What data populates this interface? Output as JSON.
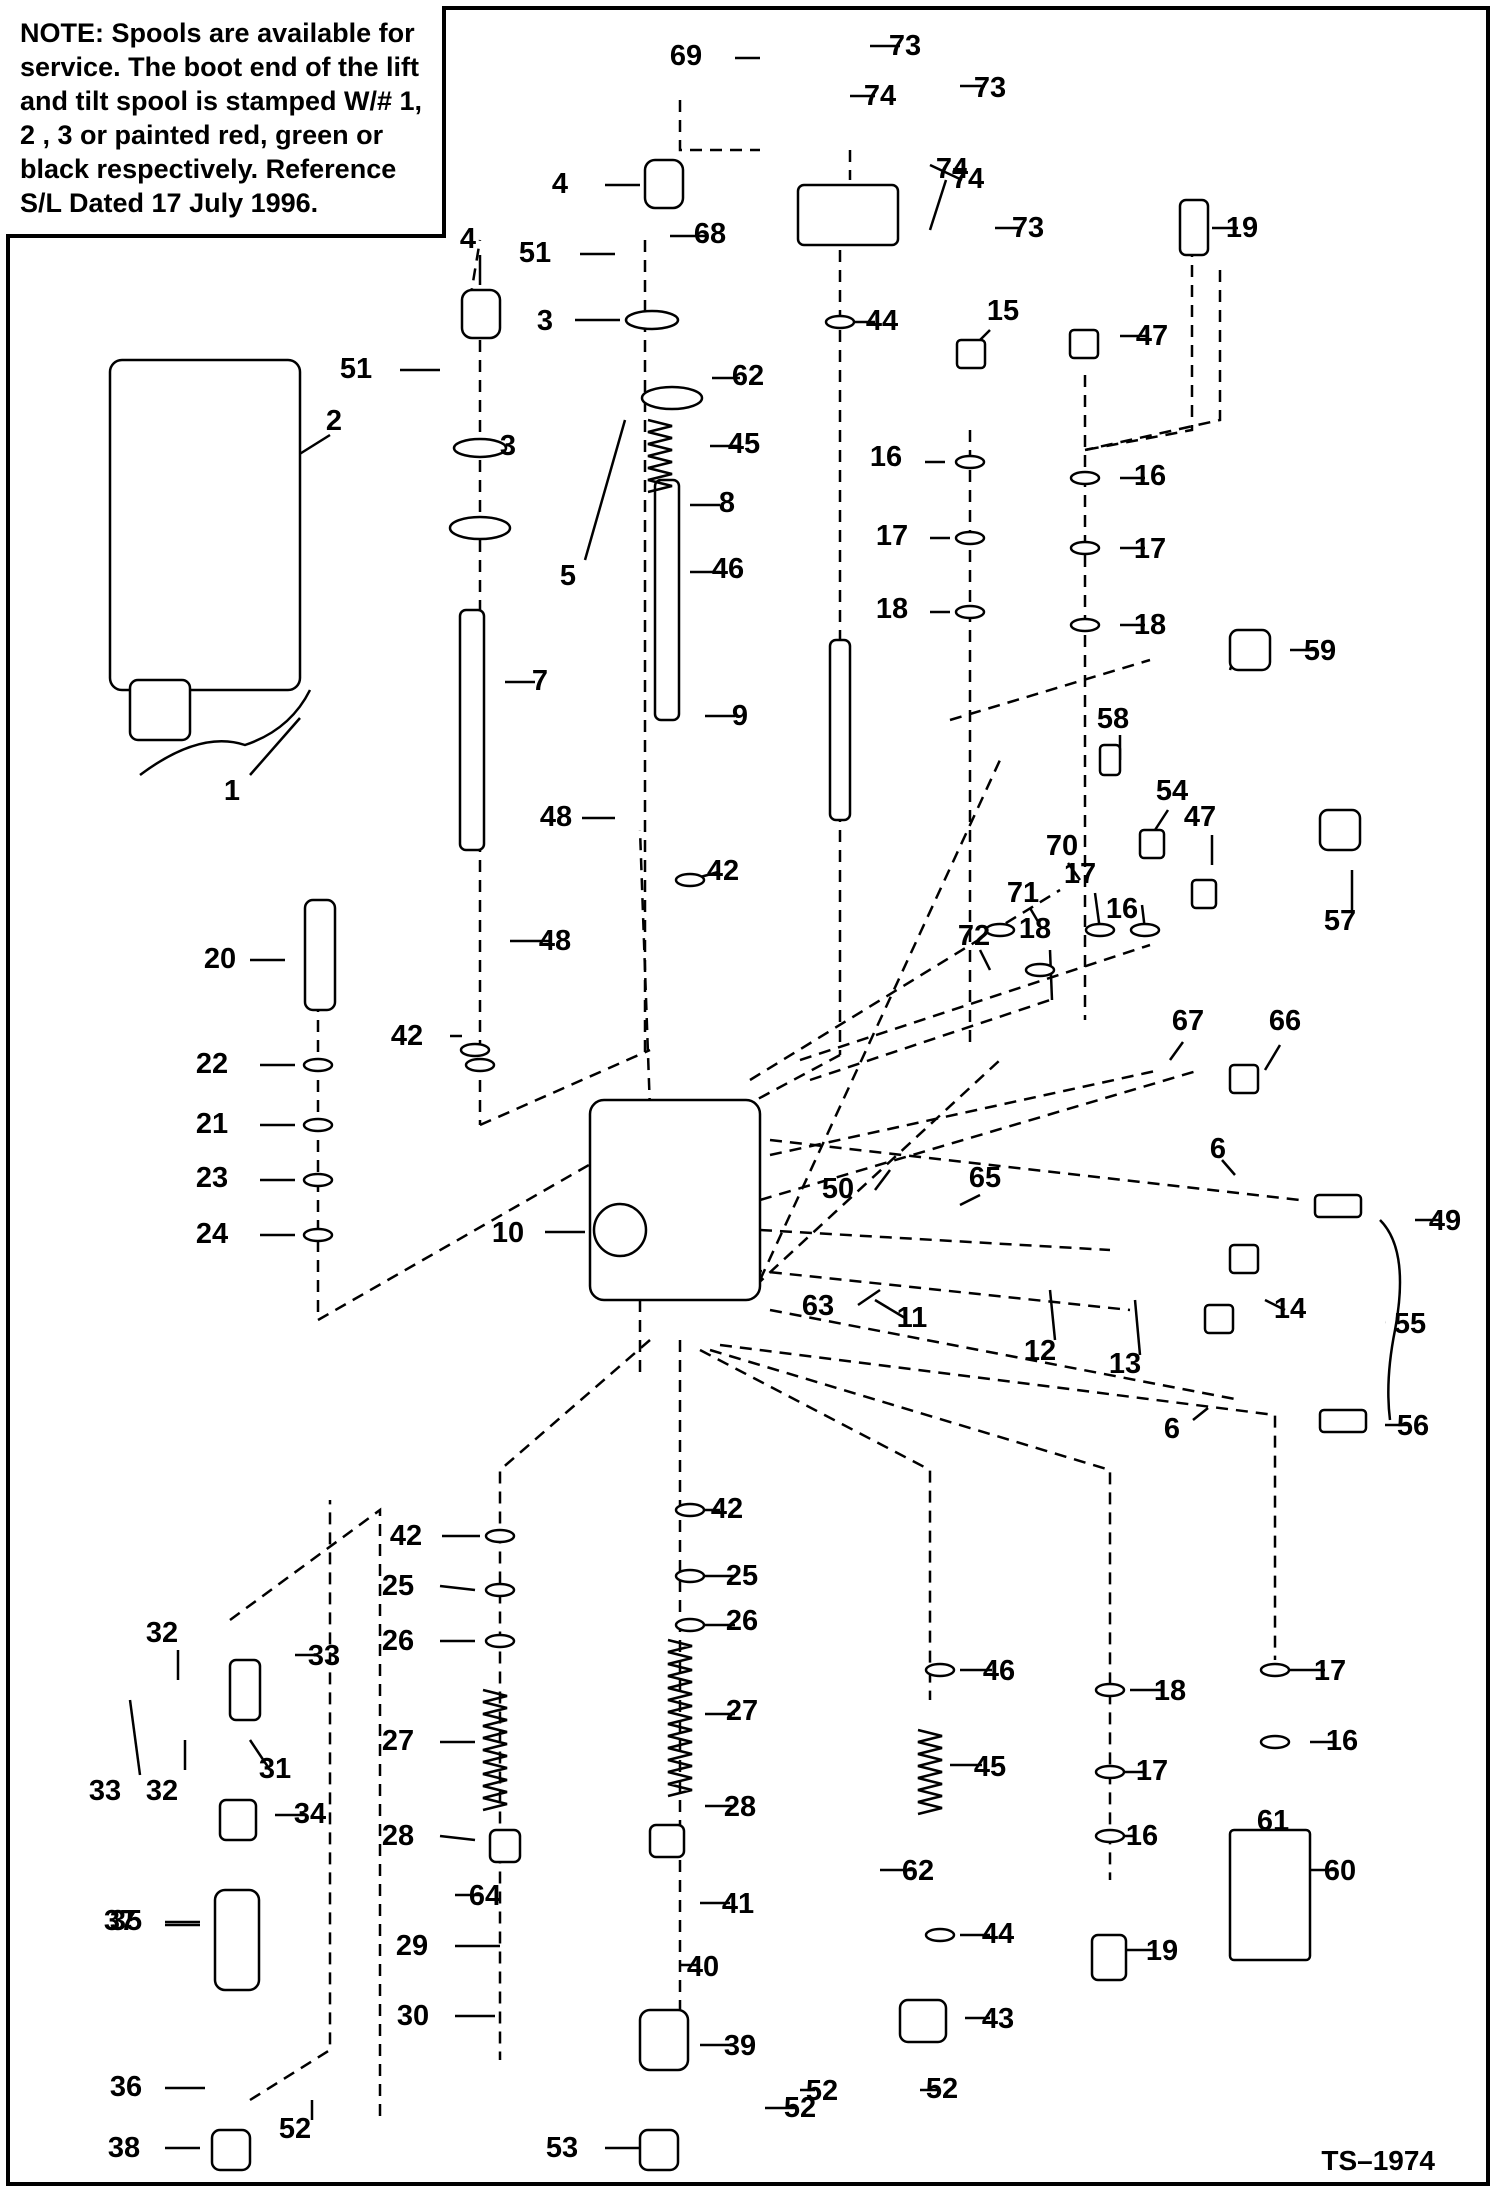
{
  "note": {
    "label": "NOTE:",
    "text": "Spools are available for service. The boot end of the lift and tilt spool is stamped W/# 1, 2 , 3 or painted red, green or black respectively. Reference S/L Dated 17 July 1996."
  },
  "drawing_number": "TS–1974",
  "callouts": [
    "1",
    "2",
    "3",
    "3",
    "4",
    "4",
    "5",
    "6",
    "6",
    "7",
    "8",
    "9",
    "10",
    "11",
    "12",
    "13",
    "14",
    "15",
    "16",
    "16",
    "16",
    "16",
    "16",
    "17",
    "17",
    "17",
    "17",
    "17",
    "18",
    "18",
    "18",
    "18",
    "19",
    "19",
    "20",
    "21",
    "22",
    "23",
    "24",
    "25",
    "25",
    "26",
    "26",
    "27",
    "27",
    "28",
    "28",
    "29",
    "30",
    "31",
    "32",
    "32",
    "33",
    "33",
    "34",
    "35",
    "36",
    "37",
    "38",
    "39",
    "40",
    "41",
    "42",
    "42",
    "42",
    "42",
    "43",
    "44",
    "44",
    "45",
    "45",
    "46",
    "46",
    "47",
    "47",
    "48",
    "48",
    "49",
    "50",
    "51",
    "51",
    "52",
    "52",
    "52",
    "52",
    "53",
    "54",
    "55",
    "56",
    "57",
    "58",
    "59",
    "60",
    "61",
    "62",
    "62",
    "63",
    "64",
    "65",
    "66",
    "67",
    "68",
    "69",
    "70",
    "71",
    "72",
    "73",
    "73",
    "73",
    "74",
    "74",
    "74"
  ]
}
